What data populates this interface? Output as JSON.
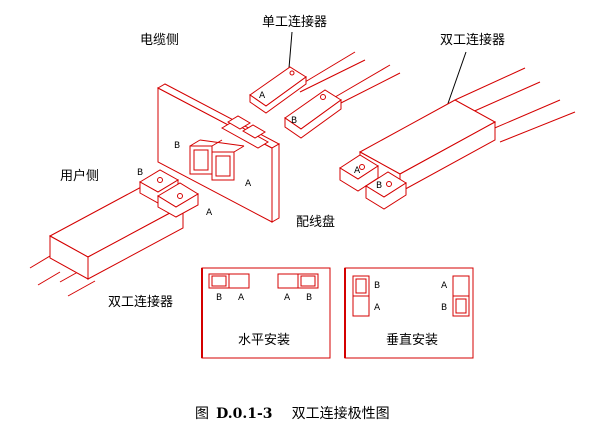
{
  "labels": {
    "cable_side": "电缆侧",
    "single_connector": "单工连接器",
    "duplex_connector_top": "双工连接器",
    "user_side": "用户侧",
    "duplex_connector_bottom": "双工连接器",
    "patch_panel": "配线盘"
  },
  "port_letters": {
    "a": "A",
    "b": "B"
  },
  "install_boxes": {
    "horizontal": {
      "label": "水平安装",
      "left_pair": [
        "B",
        "A"
      ],
      "right_pair": [
        "A",
        "B"
      ]
    },
    "vertical": {
      "label": "垂直安装",
      "left_pair": [
        "B",
        "A"
      ],
      "right_pair": [
        "A",
        "B"
      ]
    }
  },
  "caption": {
    "prefix": "图",
    "number": "D.0.1-3",
    "title": "双工连接极性图"
  },
  "colors": {
    "line": "#d40000",
    "text": "#000000",
    "background": "#ffffff"
  }
}
